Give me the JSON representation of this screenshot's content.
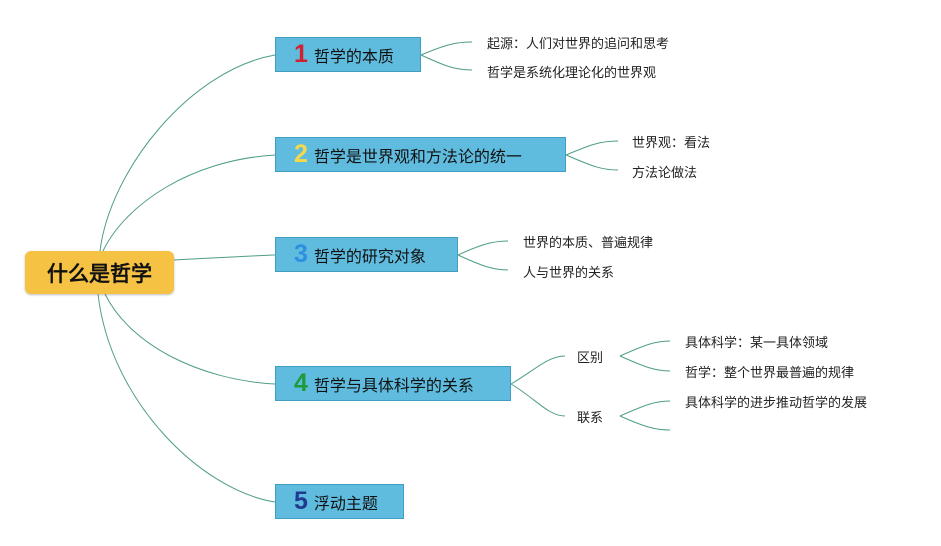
{
  "root": {
    "label": "什么是哲学"
  },
  "topics": [
    {
      "marker": "1",
      "marker_color": "#d2202f",
      "label": "哲学的本质",
      "children": [
        {
          "label": "起源：人们对世界的追问和思考"
        },
        {
          "label": "哲学是系统化理论化的世界观"
        }
      ]
    },
    {
      "marker": "2",
      "marker_color": "#f5d94a",
      "label": "哲学是世界观和方法论的统一",
      "children": [
        {
          "label": "世界观：看法"
        },
        {
          "label": "方法论做法"
        }
      ]
    },
    {
      "marker": "3",
      "marker_color": "#2e8fe0",
      "label": "哲学的研究对象",
      "children": [
        {
          "label": "世界的本质、普遍规律"
        },
        {
          "label": "人与世界的关系"
        }
      ]
    },
    {
      "marker": "4",
      "marker_color": "#1f9a3c",
      "label": "哲学与具体科学的关系",
      "children": [
        {
          "label": "区别",
          "children": [
            {
              "label": "具体科学：某一具体领域"
            },
            {
              "label": "哲学：整个世界最普遍的规律"
            }
          ]
        },
        {
          "label": "联系",
          "children": [
            {
              "label": "具体科学的进步推动哲学的发展"
            },
            {
              "label": ""
            }
          ]
        }
      ]
    },
    {
      "marker": "5",
      "marker_color": "#1f3a8f",
      "label": "浮动主题",
      "children": []
    }
  ],
  "colors": {
    "connector": "#4f9e82",
    "root_fill": "#f6c244",
    "topic_fill": "#5fbcde"
  }
}
